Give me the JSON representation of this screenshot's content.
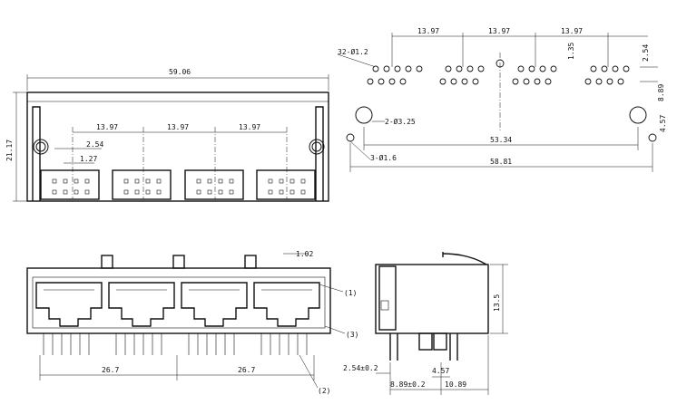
{
  "front_view": {
    "overall_width": "59.06",
    "height": "21.17",
    "port_pitch": [
      "13.97",
      "13.97",
      "13.97"
    ],
    "pin_offset_a": "2.54",
    "pin_offset_b": "1.27"
  },
  "pcb_layout": {
    "pitch_labels": [
      "13.97",
      "13.97",
      "13.97"
    ],
    "row_offset": "1.35",
    "pin_pitch": "2.54",
    "row_spacing": "8.89",
    "edge_offset": "4.57",
    "signal_holes": "32-Ø1.2",
    "mount_holes": "2-Ø3.25",
    "locator_holes": "3-Ø1.6",
    "inner_span": "53.34",
    "outer_span": "58.81"
  },
  "bottom_view": {
    "half_span": [
      "26.7",
      "26.7"
    ],
    "tab_width": "1.02",
    "callouts": [
      "(1)",
      "(2)",
      "(3)"
    ]
  },
  "side_view": {
    "height": "13.5",
    "tolerance_a": "2.54±0.2",
    "tolerance_b": "8.89±0.2",
    "depth": "10.89",
    "pin_offset": "4.57"
  }
}
